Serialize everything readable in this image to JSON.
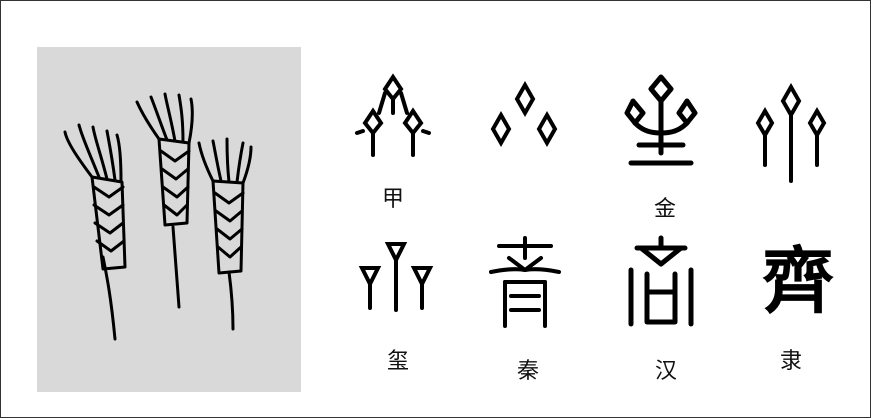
{
  "figure": {
    "illustration": "wheat-ears",
    "captions": {
      "row1_col1": "甲",
      "row1_col3": "金",
      "row2_col1": "玺",
      "row2_col2": "秦",
      "row2_col3": "汉",
      "row2_col4": "隶"
    },
    "seal_character_row2_col4": "齊"
  }
}
